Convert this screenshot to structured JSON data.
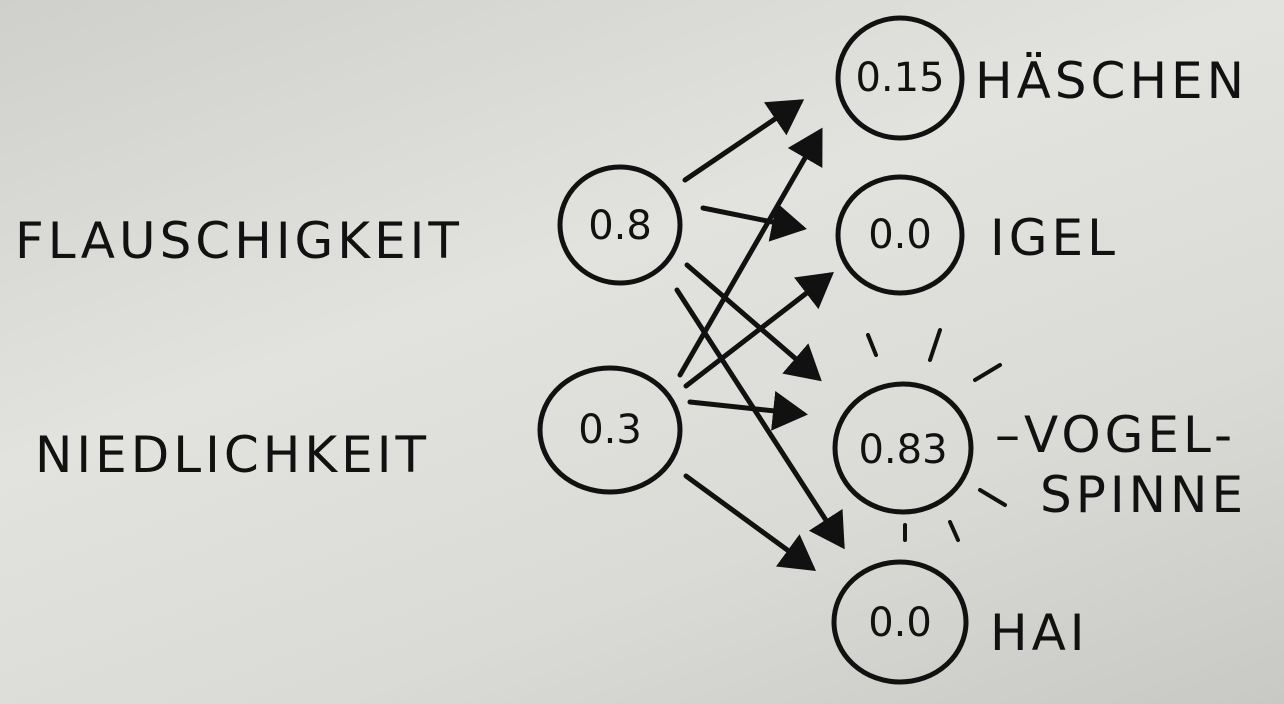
{
  "inputs": [
    {
      "label": "FLAUSCHIGKEIT",
      "value": "0.8"
    },
    {
      "label": "NIEDLICHKEIT",
      "value": "0.3"
    }
  ],
  "outputs": [
    {
      "label": "HÄSCHEN",
      "value": "0.15"
    },
    {
      "label": "IGEL",
      "value": "0.0"
    },
    {
      "label_line1": "–VOGEL-",
      "label_line2": "SPINNE",
      "value": "0.83",
      "highlighted": true
    },
    {
      "label": "HAI",
      "value": "0.0"
    }
  ]
}
